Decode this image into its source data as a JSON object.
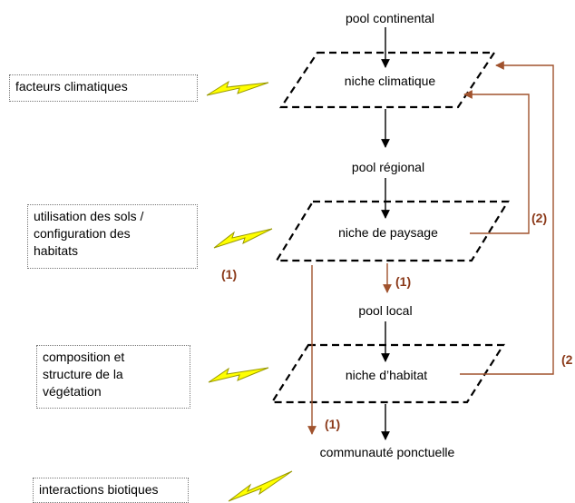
{
  "pools": {
    "continental": "pool continental",
    "regional": "pool régional",
    "local": "pool local",
    "community": "communauté ponctuelle"
  },
  "niches": {
    "climatic": "niche climatique",
    "landscape": "niche de paysage",
    "habitat": "niche d’habitat"
  },
  "factors": {
    "climate": [
      "facteurs climatiques"
    ],
    "land_use": [
      "utilisation des sols /",
      "configuration des",
      "habitats"
    ],
    "vegetation": [
      "composition et",
      "structure de la",
      "végétation"
    ],
    "biotic": [
      "interactions biotiques"
    ]
  },
  "feedback_labels": {
    "one_a": "(1)",
    "one_b": "(1)",
    "one_c": "(1)",
    "two_a": "(2)",
    "two_b": "(2"
  },
  "colors": {
    "arrow_black": "#000000",
    "arrow_feedback": "#a0522d",
    "label_feedback": "#8b3a1a",
    "lightning_fill": "#ffff00",
    "lightning_stroke": "#999900"
  }
}
